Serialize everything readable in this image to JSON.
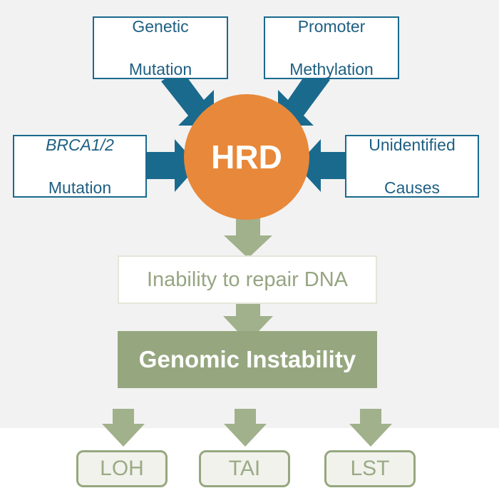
{
  "causes": {
    "genetic": {
      "line1": "Genetic",
      "line2": "Mutation"
    },
    "promoter": {
      "line1": "Promoter",
      "line2": "Methylation"
    },
    "brca": {
      "line1": "BRCA1/2",
      "line2": "Mutation"
    },
    "unidentified": {
      "line1": "Unidentified",
      "line2": "Causes"
    }
  },
  "center": {
    "label": "HRD"
  },
  "steps": {
    "repair": "Inability to repair DNA",
    "instability": "Genomic Instability"
  },
  "outcomes": [
    {
      "label": "LOH"
    },
    {
      "label": "TAI"
    },
    {
      "label": "LST"
    }
  ],
  "colors": {
    "cause_border": "#1a6a8e",
    "blue_arrow": "#1a6a8e",
    "hrd": "#e8883a",
    "green": "#96a77f",
    "green_arrow": "#a1b18b",
    "panel_bg": "#f2f2f2"
  }
}
